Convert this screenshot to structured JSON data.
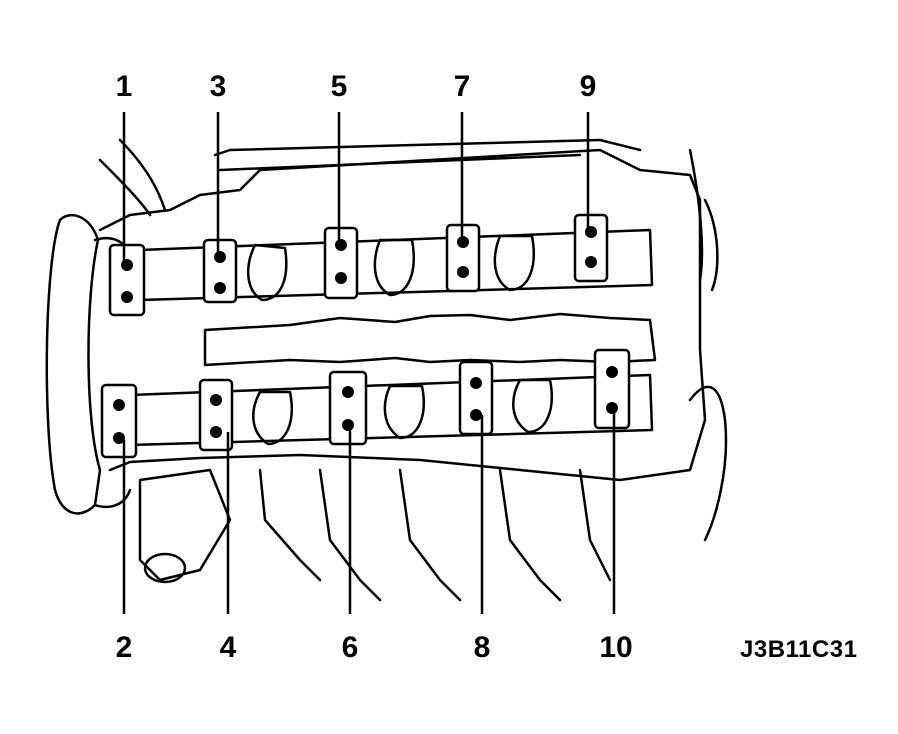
{
  "callouts_top": [
    "1",
    "3",
    "5",
    "7",
    "9"
  ],
  "callouts_bottom": [
    "2",
    "4",
    "6",
    "8",
    "10"
  ],
  "figure_code": "J3B11C31",
  "line_color": "#000000",
  "background": "#ffffff"
}
